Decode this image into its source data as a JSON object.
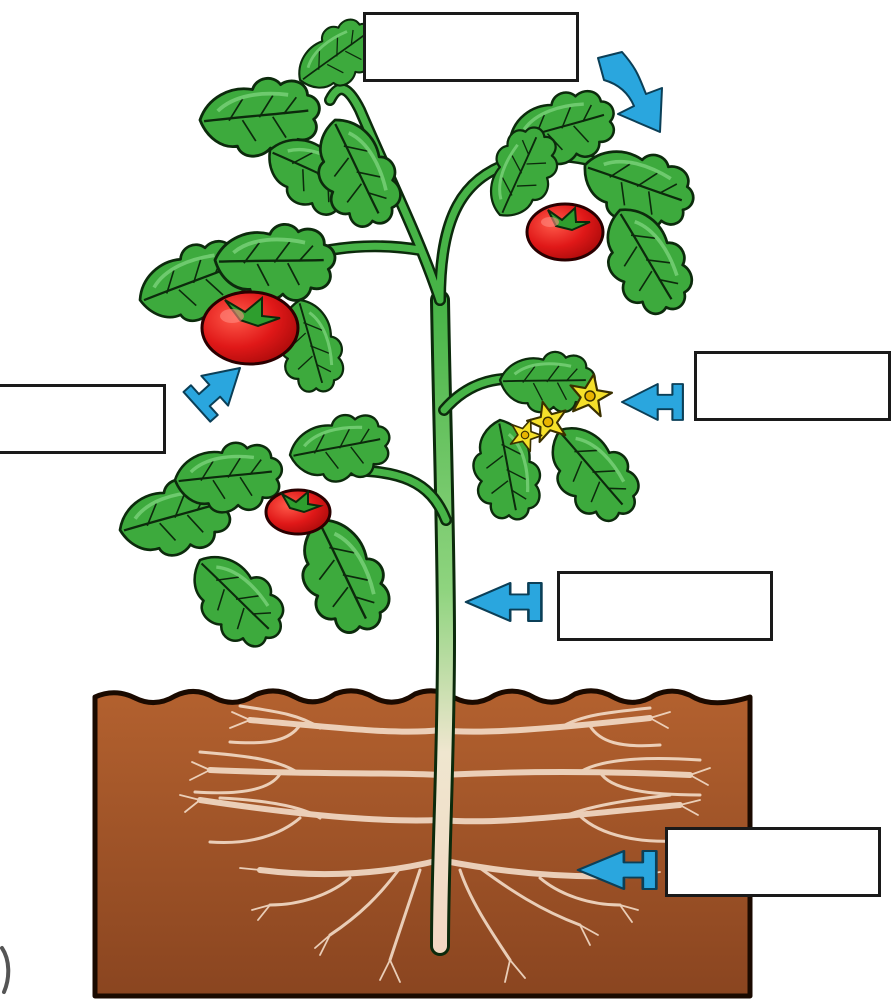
{
  "labels": [
    {
      "id": "label-leaf",
      "text": ""
    },
    {
      "id": "label-fruit",
      "text": ""
    },
    {
      "id": "label-flower",
      "text": ""
    },
    {
      "id": "label-stem",
      "text": ""
    },
    {
      "id": "label-root",
      "text": ""
    }
  ],
  "colors": {
    "soil": "#A2512A",
    "soil_dark": "#7E3A17",
    "leaf": "#2E9E2E",
    "leaf_light": "#7BD27B",
    "stem_top": "#3FA83F",
    "stem_bottom": "#F2E1CF",
    "fruit": "#E01818",
    "flower": "#F5E02A",
    "arrow": "#2AA6DE",
    "root": "#F3DCC8"
  }
}
